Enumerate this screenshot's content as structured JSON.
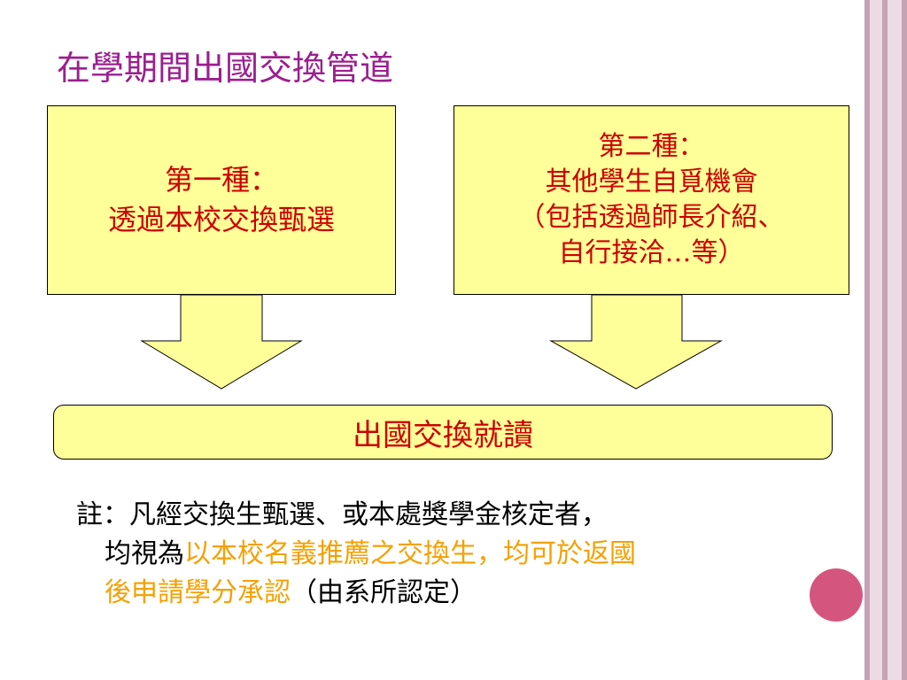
{
  "slide": {
    "title": "在學期間出國交換管道"
  },
  "box1": {
    "line1": "第一種：",
    "line2": "透過本校交換甄選"
  },
  "box2": {
    "line1": "第二種：",
    "line2": "其他學生自覓機會",
    "line3": "（包括透過師長介紹、",
    "line4": "自行接洽…等）"
  },
  "result": {
    "label": "出國交換就讀"
  },
  "note": {
    "line1": "註：凡經交換生甄選、或本處獎學金核定者，",
    "line2_prefix": "均視為",
    "line2_highlight": "以本校名義推薦之交換生，均可於返國",
    "line3_highlight": "後申請學分承認",
    "line3_suffix": "（由系所認定）"
  },
  "colors": {
    "title": "#9b1f8f",
    "box_fill": "#ffff99",
    "box_text": "#cc0000",
    "highlight": "#f5a000",
    "accent_circle": "#d4567f"
  }
}
